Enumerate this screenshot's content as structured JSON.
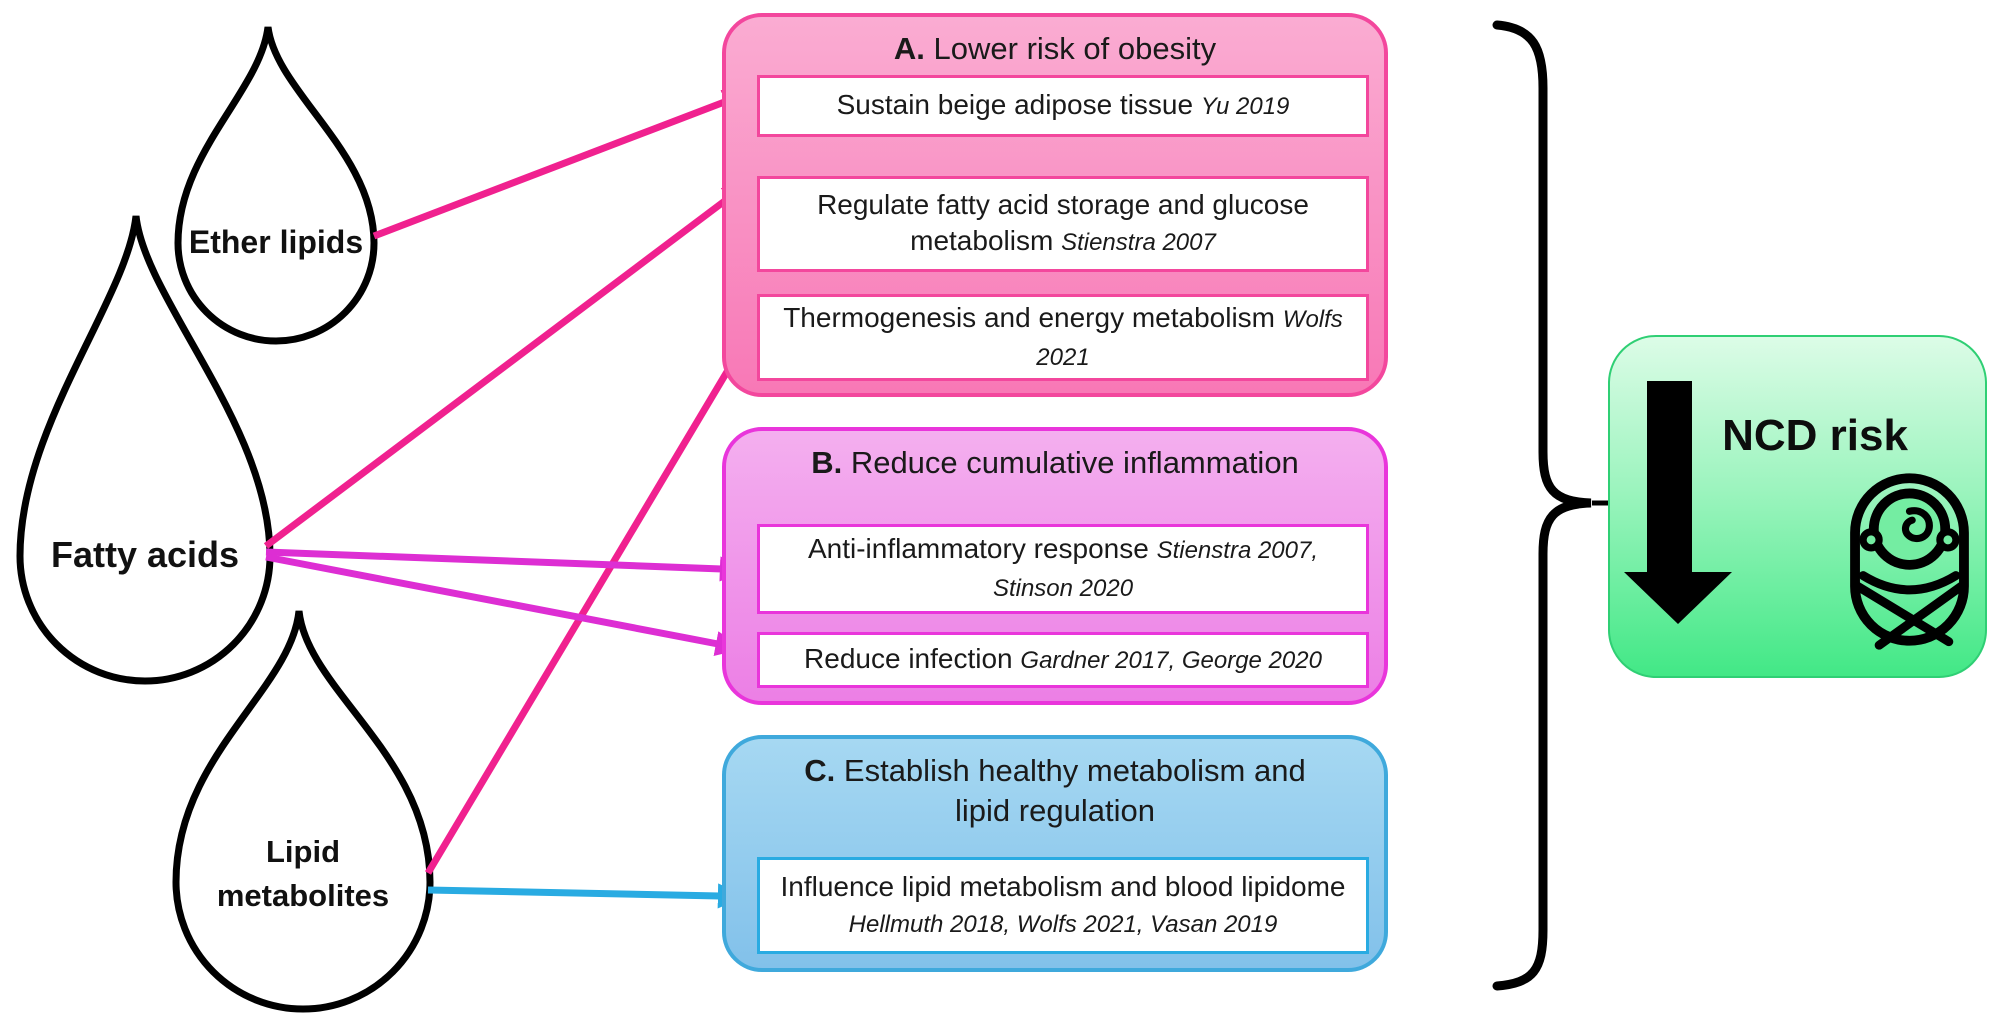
{
  "droplets": [
    {
      "label": "Ether lipids"
    },
    {
      "label": "Fatty acids"
    },
    {
      "label": "Lipid metabolites"
    }
  ],
  "boxes": {
    "a": {
      "letter": "A.",
      "title": "Lower risk of obesity",
      "items": [
        {
          "text": "Sustain beige adipose tissue",
          "cite": "Yu 2019"
        },
        {
          "text": "Regulate fatty acid storage and glucose metabolism",
          "cite": "Stienstra 2007"
        },
        {
          "text": "Thermogenesis and energy metabolism",
          "cite": "Wolfs 2021"
        }
      ]
    },
    "b": {
      "letter": "B.",
      "title": "Reduce cumulative inflammation",
      "items": [
        {
          "text": "Anti-inflammatory response",
          "cite": "Stienstra 2007, Stinson 2020"
        },
        {
          "text": "Reduce infection",
          "cite": "Gardner 2017, George 2020"
        }
      ]
    },
    "c": {
      "letter": "C.",
      "title": "Establish healthy metabolism and lipid regulation",
      "items": [
        {
          "text": "Influence lipid metabolism and blood lipidome",
          "cite": "Hellmuth 2018, Wolfs 2021, Vasan 2019"
        }
      ]
    }
  },
  "outcome": {
    "label": "NCD risk"
  },
  "colors": {
    "panel_a_border": "#F3479D",
    "panel_a_fill": "#F990C4",
    "panel_b_border": "#E935DB",
    "panel_b_fill": "#F09BEA",
    "panel_c_border": "#3FA9DC",
    "panel_c_fill": "#93CCEE",
    "arrow_pink": "#F0218F",
    "arrow_magenta": "#DD2ED3",
    "arrow_blue": "#29ABE2",
    "outcome_green_top": "#DCFCE7",
    "outcome_green_bottom": "#42E886",
    "outline_black": "#000000"
  }
}
